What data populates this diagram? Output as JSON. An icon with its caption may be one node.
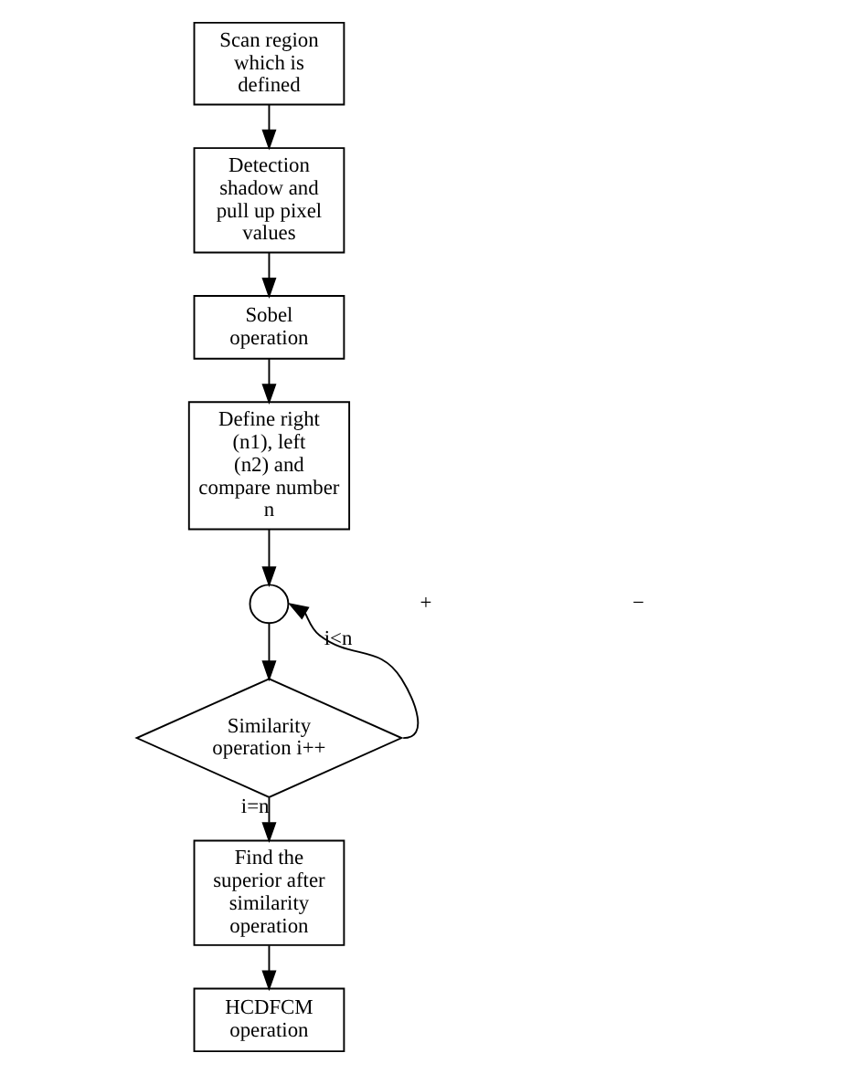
{
  "diagram": {
    "nodes": [
      {
        "text": [
          "Scan region which is defined"
        ]
      },
      {
        "text": [
          "Detection shadow and pull up pixel values"
        ]
      },
      {
        "text": [
          "Sobel operation"
        ]
      },
      {
        "text": [
          "Define right (n1), left (n2) and compare number n"
        ]
      },
      {
        "text": [],
        "shape": "circle"
      },
      {
        "text": [
          "Similarity operation i++"
        ]
      },
      {
        "text": [
          "Find the superior after similarity operation"
        ]
      },
      {
        "text": [
          "HCDFCM operation"
        ]
      }
    ],
    "edges": [
      {
        "from": 0,
        "to": 1,
        "arrow": "to"
      },
      {
        "from": 1,
        "to": 2,
        "arrow": "to"
      },
      {
        "from": 2,
        "to": 3,
        "arrow": "to"
      },
      {
        "from": 3,
        "to": 4,
        "arrow": "to"
      },
      {
        "from": 4,
        "to": 5,
        "arrow": "to"
      },
      {
        "from": 5,
        "to": 4,
        "arrow": "to",
        "label": "i<n"
      },
      {
        "from": 5,
        "to": 6,
        "arrow": "to",
        "label": "i=n"
      },
      {
        "from": 6,
        "to": 7,
        "arrow": "to"
      }
    ],
    "labels": [
      "+",
      "−"
    ]
  }
}
